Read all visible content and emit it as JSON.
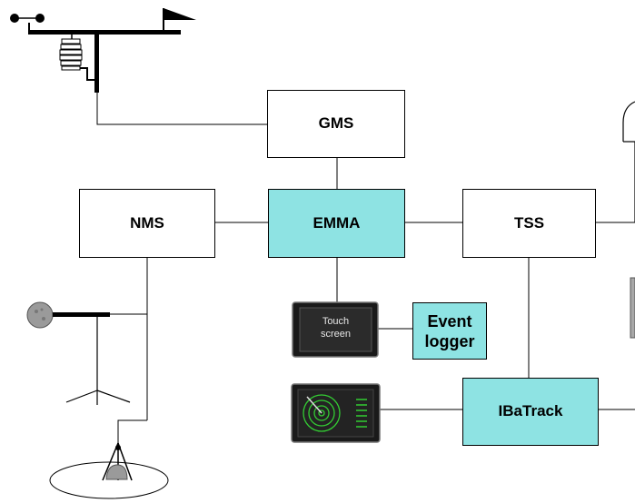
{
  "nodes": {
    "gms": "GMS",
    "nms": "NMS",
    "emma": "EMMA",
    "tss": "TSS",
    "ibatrack": "IBaTrack",
    "event_logger": "Event\nlogger",
    "touch_screen": "Touch\nscreen"
  },
  "colors": {
    "highlight_box": "#8ee3e3",
    "plain_box": "#ffffff",
    "line": "#000000",
    "device_panel": "#1a1a1a",
    "radar_green": "#33cc33"
  },
  "icons": [
    "wind-vane-mast-icon",
    "rain-gauge-sensor-icon",
    "tripod-sensor-icon",
    "ground-sensor-icon",
    "antenna-icon",
    "touch-screen-icon",
    "radar-display-icon"
  ]
}
